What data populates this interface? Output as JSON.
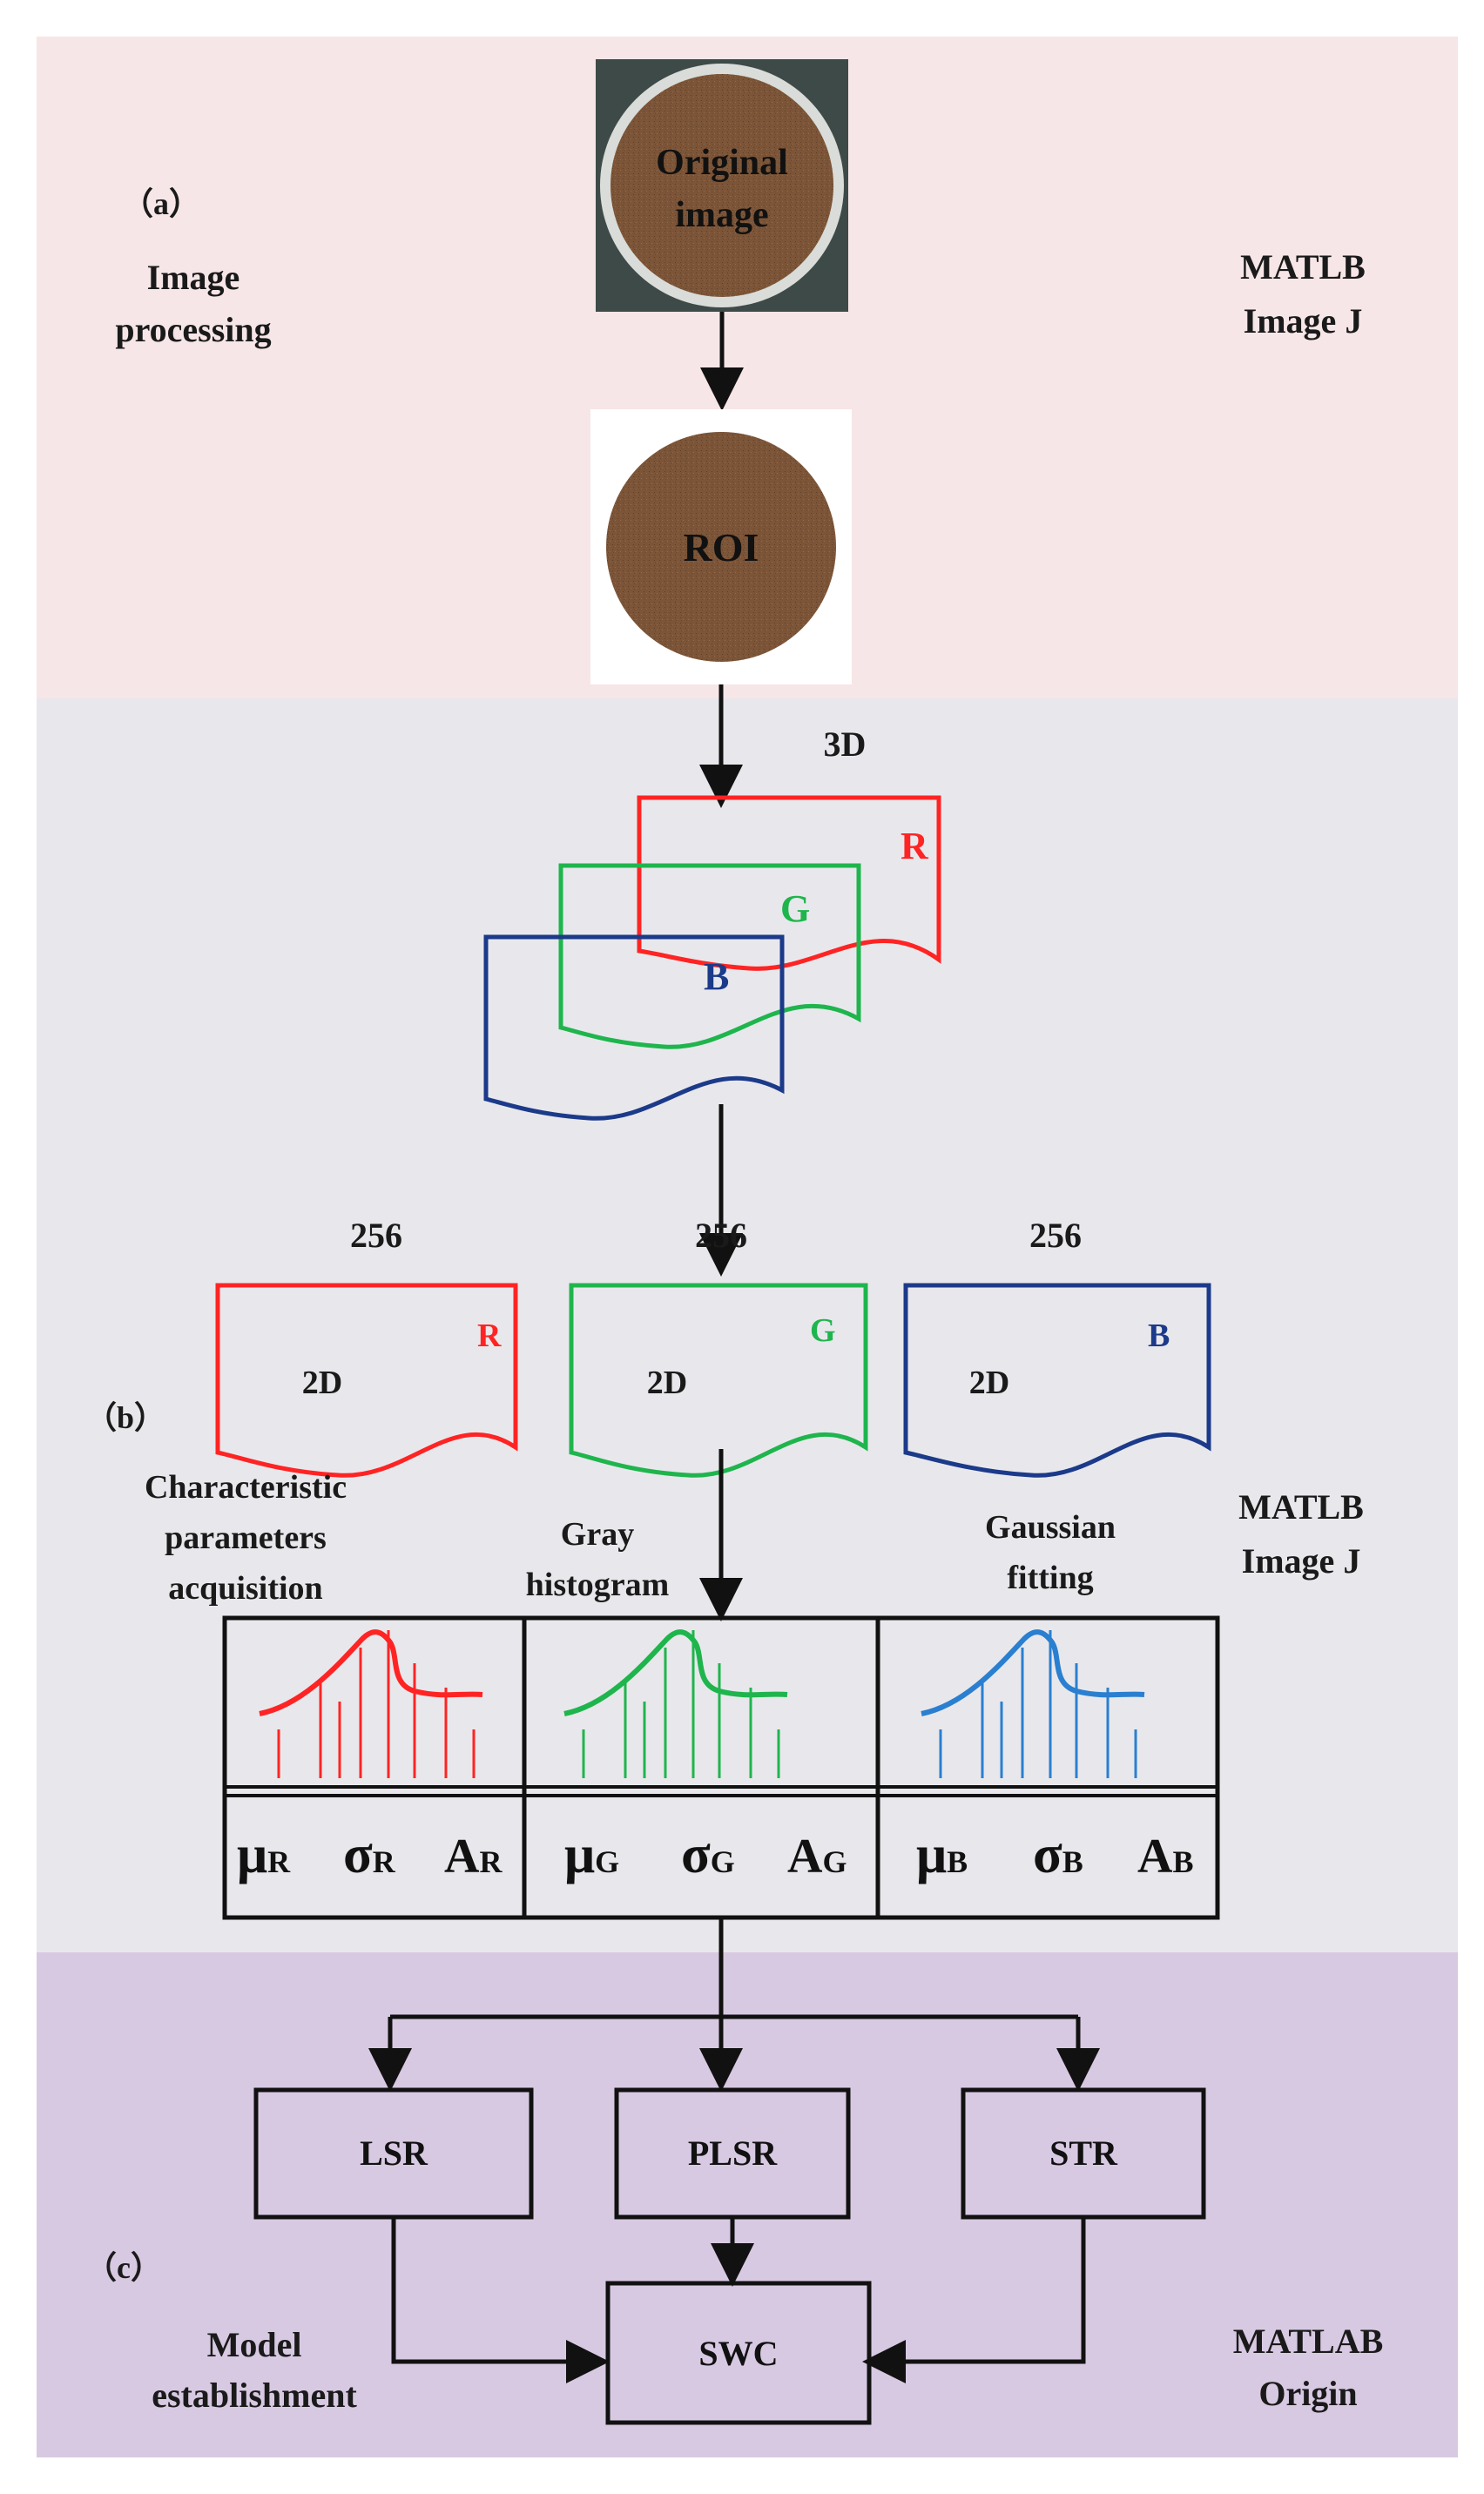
{
  "colors": {
    "panel_a": "#f7e6e7",
    "panel_b": "#e8e8ec",
    "panel_c": "#d8c9e2",
    "red": "#ff2424",
    "green": "#1fb54d",
    "blue": "#1c3a8a",
    "blue_curve": "#2a7fd0",
    "soil": "#7a5437"
  },
  "panel_a": {
    "tag": "（a）",
    "title_lines": [
      "Image",
      "processing"
    ],
    "tools_lines": [
      "MATLB",
      "Image J"
    ],
    "original_lines": [
      "Original",
      "image"
    ],
    "roi": "ROI"
  },
  "panel_b": {
    "label_3d": "3D",
    "layer_r": "R",
    "layer_g": "G",
    "layer_b": "B",
    "count_r": "256",
    "count_g": "256",
    "count_b": "256",
    "twod": "2D",
    "tag": "（b）",
    "title_lines": [
      "Characteristic",
      "parameters",
      "acquisition"
    ],
    "gray_lines": [
      "Gray",
      "histogram"
    ],
    "gauss_lines": [
      "Gaussian",
      "fitting"
    ],
    "tools_lines": [
      "MATLB",
      "Image J"
    ],
    "params": [
      {
        "mu": "μ",
        "sigma": "σ",
        "a": "A",
        "sub": "R"
      },
      {
        "mu": "μ",
        "sigma": "σ",
        "a": "A",
        "sub": "G"
      },
      {
        "mu": "μ",
        "sigma": "σ",
        "a": "A",
        "sub": "B"
      }
    ]
  },
  "panel_c": {
    "tag": "（c）",
    "title_lines": [
      "Model",
      "establishment"
    ],
    "tools_lines": [
      "MATLAB",
      "Origin"
    ],
    "models": [
      "LSR",
      "PLSR",
      "STR"
    ],
    "result": "SWC"
  }
}
